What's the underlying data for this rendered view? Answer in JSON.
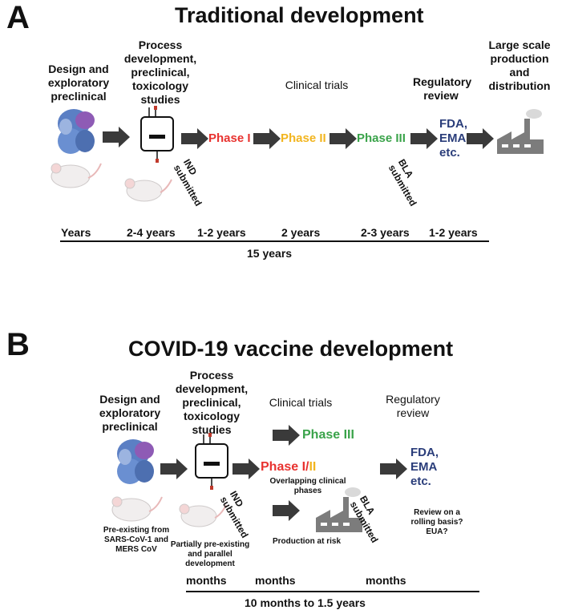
{
  "panelA": {
    "letter": "A",
    "title": "Traditional development",
    "design_label": "Design and exploratory preclinical",
    "process_label": "Process development, preclinical, toxicology studies",
    "clinical_label": "Clinical trials",
    "regulatory_label": "Regulatory review",
    "production_label": "Large scale production and distribution",
    "phase1": "Phase I",
    "phase2": "Phase II",
    "phase3": "Phase III",
    "agency": [
      "FDA,",
      "EMA",
      "etc."
    ],
    "ind": [
      "IND",
      "submitted"
    ],
    "bla": [
      "BLA",
      "submitted"
    ],
    "durations": [
      "Years",
      "2-4 years",
      "1-2 years",
      "2 years",
      "2-3 years",
      "1-2 years"
    ],
    "total": "15 years"
  },
  "panelB": {
    "letter": "B",
    "title": "COVID-19 vaccine development",
    "design_label": "Design and exploratory preclinical",
    "process_label": "Process development, preclinical, toxicology studies",
    "clinical_label": "Clinical trials",
    "regulatory_label": "Regulatory review",
    "phase3": "Phase III",
    "phase12_a": "Phase I/",
    "phase12_b": "II",
    "overlap_note": "Overlapping clinical phases",
    "production_note": "Production at risk",
    "preexisting_note": "Pre-existing from SARS-CoV-1 and MERS CoV",
    "partial_note": "Partially pre-existing and parallel development",
    "rolling_note": "Review on a rolling basis? EUA?",
    "agency": [
      "FDA,",
      "EMA",
      "etc."
    ],
    "ind": [
      "IND",
      "submitted"
    ],
    "bla": [
      "BLA",
      "submitted"
    ],
    "durations": [
      "months",
      "months",
      "months"
    ],
    "total": "10 months to 1.5 years"
  },
  "colors": {
    "phase1": "#e8322f",
    "phase2": "#f2b51f",
    "phase3": "#3aa34a",
    "agency": "#2a3d7a",
    "arrow": "#3a3a3a",
    "factory": "#7c7c7c"
  }
}
